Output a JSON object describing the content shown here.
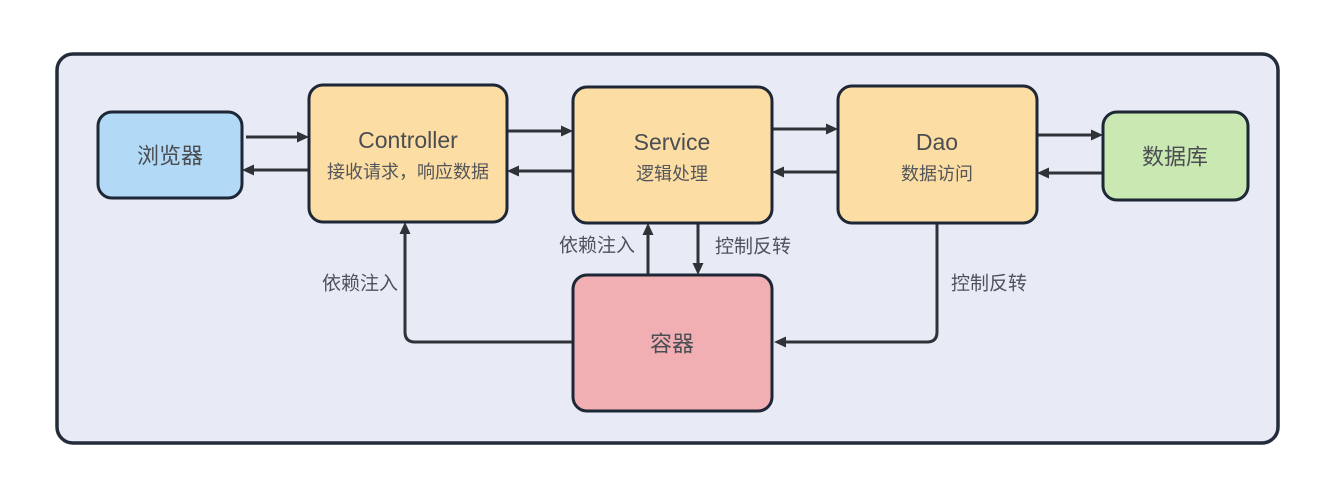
{
  "panel": {
    "bg": "#e8ebf6",
    "border": "#232c3b"
  },
  "colors": {
    "node_border": "#1d2736",
    "edge": "#2f3338",
    "text": "#4a4d51"
  },
  "nodes": {
    "browser": {
      "title": "浏览器",
      "fill": "#b2d9f5"
    },
    "controller": {
      "title": "Controller",
      "subtitle": "接收请求，响应数据",
      "fill": "#fcdda4"
    },
    "service": {
      "title": "Service",
      "subtitle": "逻辑处理",
      "fill": "#fcdda4"
    },
    "dao": {
      "title": "Dao",
      "subtitle": "数据访问",
      "fill": "#fcdda4"
    },
    "database": {
      "title": "数据库",
      "fill": "#c9e8b2"
    },
    "container": {
      "title": "容器",
      "fill": "#f1aeb3"
    }
  },
  "labels": {
    "di_controller": "依赖注入",
    "di_service": "依赖注入",
    "ioc_service": "控制反转",
    "ioc_dao": "控制反转"
  }
}
